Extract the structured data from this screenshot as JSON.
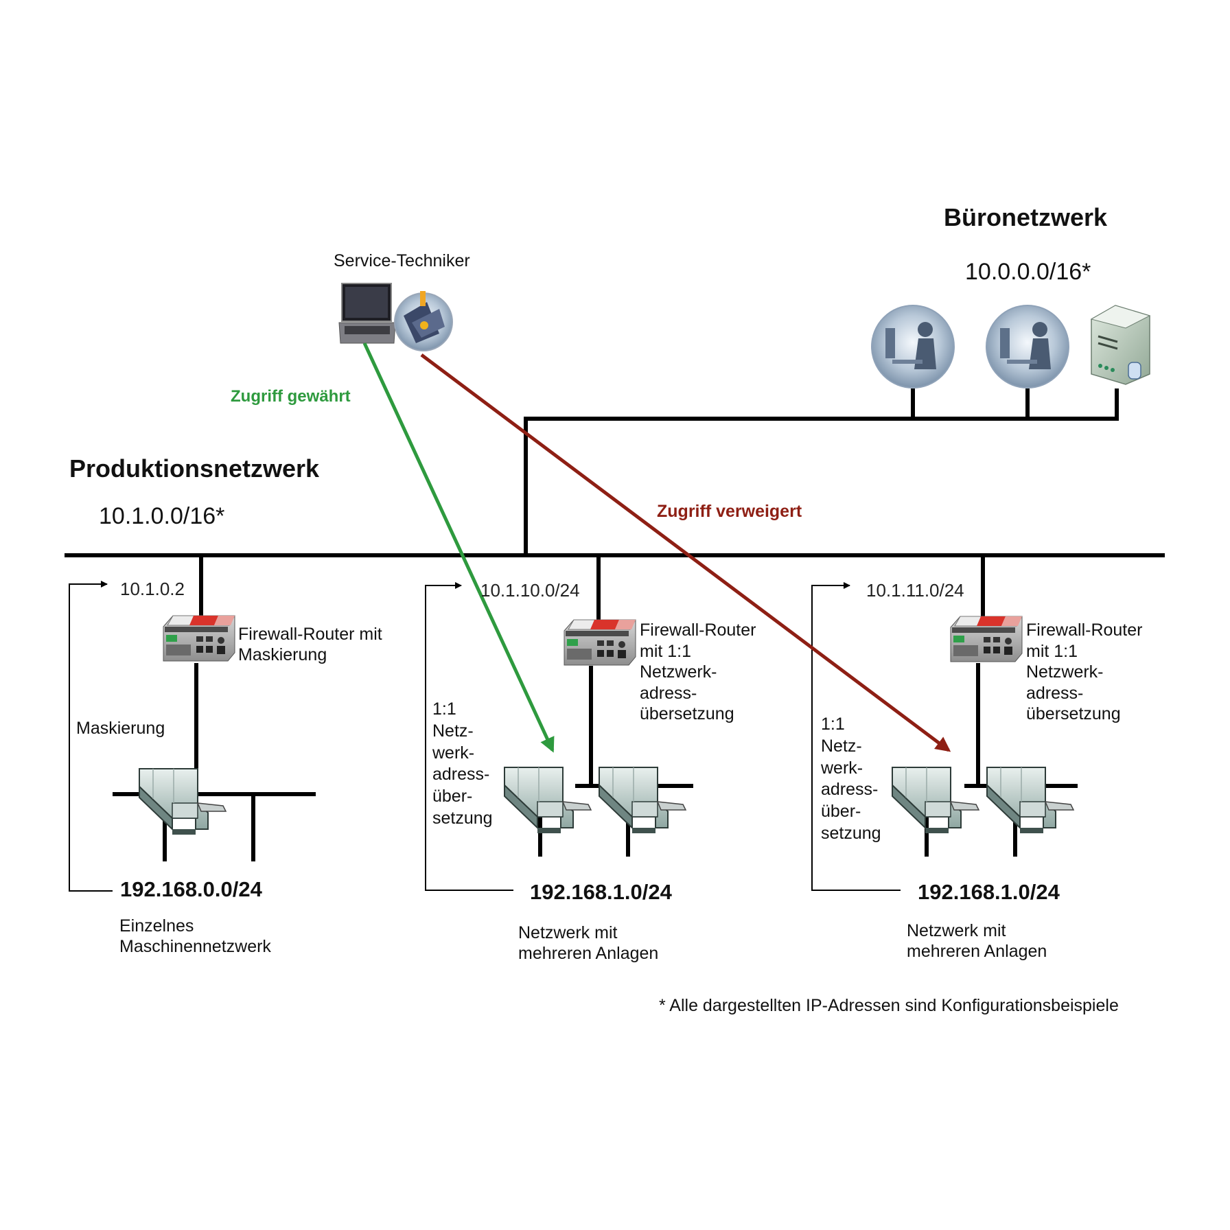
{
  "colors": {
    "granted": "#2e9a3e",
    "denied": "#8e1f14",
    "wire": "#000000",
    "router_accent": "#d9332b"
  },
  "office": {
    "title": "Büronetzwerk",
    "cidr": "10.0.0.0/16*",
    "devices": [
      {
        "type": "workstation-user-icon"
      },
      {
        "type": "workstation-user-icon"
      },
      {
        "type": "server-icon"
      }
    ]
  },
  "service": {
    "label": "Service-Techniker",
    "icons": [
      "laptop-icon",
      "service-tools-icon"
    ]
  },
  "access": {
    "granted_label": "Zugriff gewährt",
    "denied_label": "Zugriff verweigert"
  },
  "production": {
    "title": "Produktionsnetzwerk",
    "cidr": "10.1.0.0/16*"
  },
  "cells": [
    {
      "address": "10.1.0.2",
      "router_label": [
        "Firewall-Router mit",
        "Maskierung"
      ],
      "nat_label": [
        "Maskierung"
      ],
      "subnet": "192.168.0.0/24",
      "description": [
        "Einzelnes",
        "Maschinennetzwerk"
      ],
      "machines": 1
    },
    {
      "address": "10.1.10.0/24",
      "router_label": [
        "Firewall-Router",
        "mit 1:1",
        "Netzwerk-",
        "adress-",
        "übersetzung"
      ],
      "nat_label": [
        "1:1",
        "Netz-",
        "werk-",
        "adress-",
        "über-",
        "setzung"
      ],
      "subnet": "192.168.1.0/24",
      "description": [
        "Netzwerk mit",
        "mehreren Anlagen"
      ],
      "machines": 2
    },
    {
      "address": "10.1.11.0/24",
      "router_label": [
        "Firewall-Router",
        "mit 1:1",
        "Netzwerk-",
        "adress-",
        "übersetzung"
      ],
      "nat_label": [
        "1:1",
        "Netz-",
        "werk-",
        "adress-",
        "über-",
        "setzung"
      ],
      "subnet": "192.168.1.0/24",
      "description": [
        "Netzwerk mit",
        "mehreren Anlagen"
      ],
      "machines": 2
    }
  ],
  "footnote": "* Alle dargestellten IP-Adressen sind Konfigurationsbeispiele"
}
